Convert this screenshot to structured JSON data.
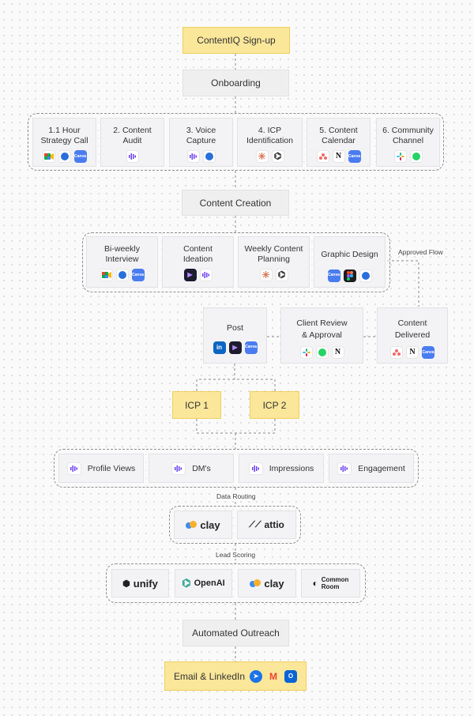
{
  "signup": {
    "label": "ContentIQ Sign-up"
  },
  "onboarding": {
    "label": "Onboarding",
    "steps": [
      {
        "label": "1.1 Hour\nStrategy Call",
        "icons": [
          "google-meet-icon",
          "circle-app-icon",
          "canva-icon"
        ]
      },
      {
        "label": "2. Content\nAudit",
        "icons": [
          "soundwave-app-icon"
        ]
      },
      {
        "label": "3. Voice\nCapture",
        "icons": [
          "soundwave-app-icon",
          "circle-app-icon"
        ]
      },
      {
        "label": "4. ICP\nIdentification",
        "icons": [
          "claude-icon",
          "openai-icon"
        ]
      },
      {
        "label": "5. Content\nCalendar",
        "icons": [
          "asana-icon",
          "notion-icon",
          "canva-icon"
        ]
      },
      {
        "label": "6. Community\nChannel",
        "icons": [
          "slack-icon",
          "whatsapp-icon"
        ]
      }
    ]
  },
  "content_creation": {
    "label": "Content Creation",
    "steps": [
      {
        "label": "Bi-weekly\nInterview",
        "icons": [
          "google-meet-icon",
          "circle-app-icon",
          "canva-icon"
        ]
      },
      {
        "label": "Content\nIdeation",
        "icons": [
          "video-app-icon",
          "soundwave-app-icon"
        ]
      },
      {
        "label": "Weekly Content\nPlanning",
        "icons": [
          "claude-icon",
          "openai-icon"
        ]
      },
      {
        "label": "Graphic Design",
        "icons": [
          "canva-icon",
          "figma-icon",
          "circle-app-icon"
        ]
      }
    ],
    "approved_flow": "Approved Flow"
  },
  "publishing": {
    "post": {
      "label": "Post",
      "icons": [
        "linkedin-icon",
        "video-app-icon",
        "canva-icon"
      ]
    },
    "review": {
      "label": "Client Review\n& Approval",
      "icons": [
        "slack-icon",
        "whatsapp-icon",
        "notion-icon"
      ]
    },
    "delivered": {
      "label": "Content\nDelivered",
      "icons": [
        "asana-icon",
        "notion-icon",
        "canva-icon"
      ]
    }
  },
  "icp": {
    "a": "ICP 1",
    "b": "ICP 2"
  },
  "metrics": {
    "items": [
      "Profile Views",
      "DM's",
      "Impressions",
      "Engagement"
    ],
    "data_routing": "Data Routing"
  },
  "routing": {
    "clay": "clay",
    "attio": "attio",
    "lead_scoring": "Lead Scoring"
  },
  "scoring": {
    "unify": "unify",
    "openai": "OpenAI",
    "clay": "clay",
    "common_room": "Common\nRoom"
  },
  "outreach": {
    "label": "Automated Outreach"
  },
  "final": {
    "label": "Email & LinkedIn",
    "icons": [
      "send-app-icon",
      "gmail-icon",
      "outlook-icon"
    ]
  },
  "colors": {
    "yellow_fill": "#fbe79a",
    "yellow_border": "#efcf5e",
    "card_fill": "#f3f3f5",
    "dash": "#8f8f8f",
    "canva": "#4a7cf0",
    "linkedin": "#0a66c2",
    "slack": "#e01e5a",
    "whatsapp": "#25d366",
    "claude": "#d97757",
    "asana": "#f06a6a"
  }
}
